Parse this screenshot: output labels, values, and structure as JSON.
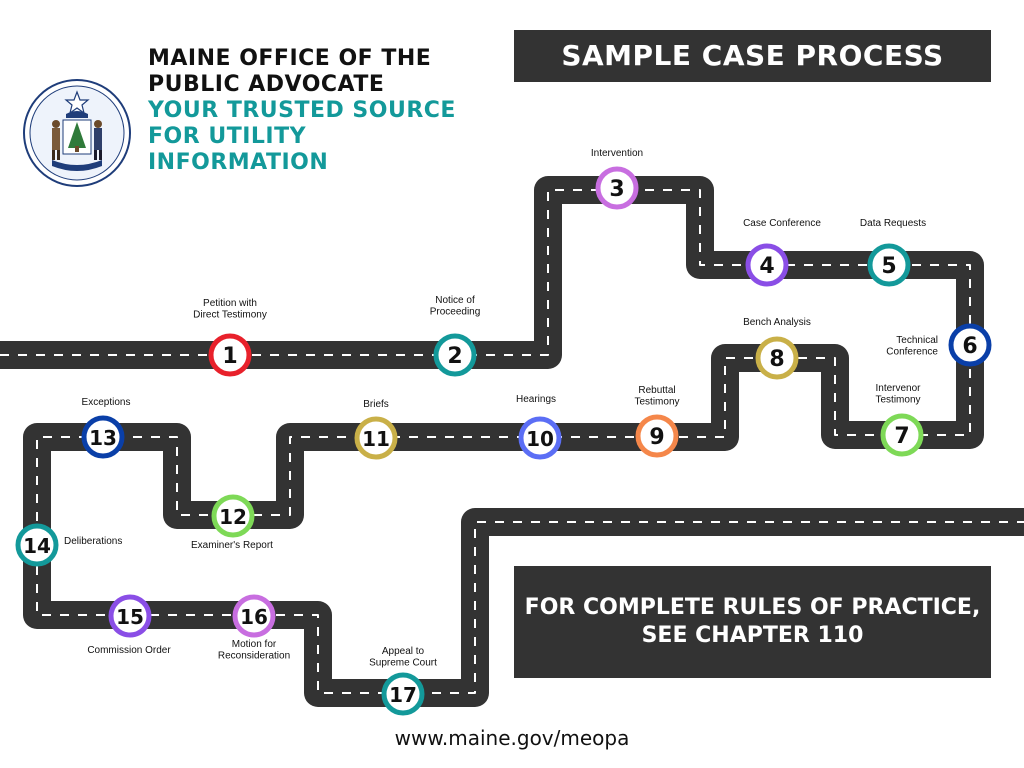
{
  "header": {
    "org_name": "MAINE OFFICE OF THE PUBLIC ADVOCATE",
    "tagline": "YOUR TRUSTED SOURCE FOR UTILITY INFORMATION"
  },
  "title_box": {
    "text": "SAMPLE CASE PROCESS"
  },
  "rules_box": {
    "line1": "FOR COMPLETE RULES OF PRACTICE,",
    "line2": "SEE CHAPTER 110"
  },
  "footer": {
    "url": "www.maine.gov/meopa"
  },
  "colors": {
    "road": "#333333",
    "dash": "#ffffff",
    "teal": "#13999a",
    "dark_box": "#333333"
  },
  "steps": [
    {
      "number": "1",
      "label": [
        "Petition with",
        "Direct Testimony"
      ],
      "color": "#e8212b"
    },
    {
      "number": "2",
      "label": [
        "Notice of",
        "Proceeding"
      ],
      "color": "#13999a"
    },
    {
      "number": "3",
      "label": [
        "Intervention"
      ],
      "color": "#c86ee0"
    },
    {
      "number": "4",
      "label": [
        "Case Conference"
      ],
      "color": "#8a4ee6"
    },
    {
      "number": "5",
      "label": [
        "Data Requests"
      ],
      "color": "#13999a"
    },
    {
      "number": "6",
      "label": [
        "Technical",
        "Conference"
      ],
      "color": "#0a3fa8"
    },
    {
      "number": "7",
      "label": [
        "Intervenor",
        "Testimony"
      ],
      "color": "#7ed957"
    },
    {
      "number": "8",
      "label": [
        "Bench Analysis"
      ],
      "color": "#c9b048"
    },
    {
      "number": "9",
      "label": [
        "Rebuttal",
        "Testimony"
      ],
      "color": "#f5874a"
    },
    {
      "number": "10",
      "label": [
        "Hearings"
      ],
      "color": "#5b6ef5"
    },
    {
      "number": "11",
      "label": [
        "Briefs"
      ],
      "color": "#c9b048"
    },
    {
      "number": "12",
      "label": [
        "Examiner's Report"
      ],
      "color": "#7ed957"
    },
    {
      "number": "13",
      "label": [
        "Exceptions"
      ],
      "color": "#0a3fa8"
    },
    {
      "number": "14",
      "label": [
        "Deliberations"
      ],
      "color": "#13999a"
    },
    {
      "number": "15",
      "label": [
        "Commission Order"
      ],
      "color": "#8a4ee6"
    },
    {
      "number": "16",
      "label": [
        "Motion for",
        "Reconsideration"
      ],
      "color": "#c86ee0"
    },
    {
      "number": "17",
      "label": [
        "Appeal to",
        "Supreme Court"
      ],
      "color": "#13999a"
    }
  ]
}
